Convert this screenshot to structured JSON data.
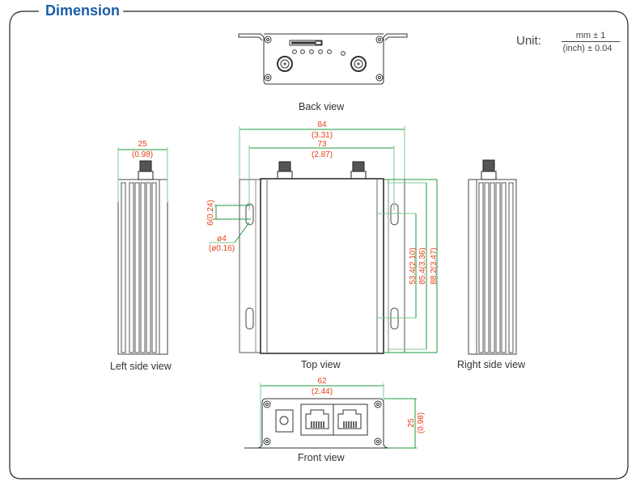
{
  "section": {
    "title": "Dimension",
    "unit_label": "Unit:",
    "unit_numerator": "mm ± 1",
    "unit_denominator": "(inch) ± 0.04"
  },
  "views": {
    "back": "Back view",
    "top": "Top view",
    "left": "Left side view",
    "right": "Right side view",
    "front": "Front view"
  },
  "dimensions": {
    "top_overall_mm": "84",
    "top_overall_in": "(3.31)",
    "top_body_mm": "73",
    "top_body_in": "(2.87)",
    "slot_height": "6(0.24)",
    "hole_dia_mm": "ø4",
    "hole_dia_in": "(ø0.16)",
    "depth_a": "53.4(2.10)",
    "depth_b": "85.4(3.36)",
    "depth_c": "88.2(3.47)",
    "side_width_mm": "25",
    "side_width_in": "(0.98)",
    "front_width_mm": "62",
    "front_width_in": "(2.44)",
    "front_height_mm": "25",
    "front_height_in": "(0.98)"
  },
  "colors": {
    "title": "#1a5ca8",
    "dimension_text": "#e2421a",
    "dimension_line": "#1f9a3c",
    "outline": "#222222"
  }
}
